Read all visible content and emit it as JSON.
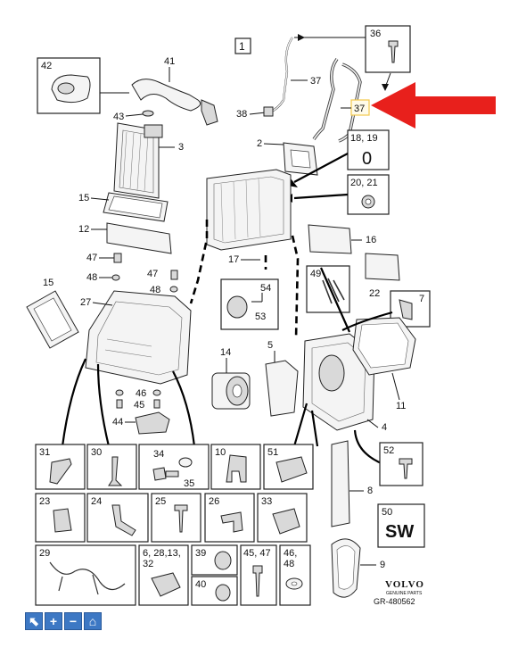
{
  "callouts": {
    "c1": "1",
    "c2": "2",
    "c3": "3",
    "c4": "4",
    "c5": "5",
    "c7": "7",
    "c8": "8",
    "c9": "9",
    "c11": "11",
    "c12": "12",
    "c14": "14",
    "c15a": "15",
    "c15b": "15",
    "c16": "16",
    "c17": "17",
    "c22": "22",
    "c27": "27",
    "c36": "36",
    "c37a": "37",
    "c37b": "37",
    "c38": "38",
    "c41": "41",
    "c42": "42",
    "c43": "43",
    "c44": "44",
    "c45": "45",
    "c46": "46",
    "c47a": "47",
    "c47b": "47",
    "c48a": "48",
    "c48b": "48",
    "c49": "49",
    "c52": "52",
    "c53": "53",
    "c54": "54"
  },
  "boxes": {
    "b18": "18, 19",
    "b18v": "0",
    "b20": "20, 21",
    "b31": "31",
    "b30": "30",
    "b34": "34",
    "b35": "35",
    "b10": "10",
    "b51": "51",
    "b23": "23",
    "b24": "24",
    "b25": "25",
    "b26": "26",
    "b33": "33",
    "b29": "29",
    "b6": "6, 28,13,",
    "b6b": "32",
    "b39": "39",
    "b40": "40",
    "b45": "45, 47",
    "b46": "46,",
    "b46b": "48",
    "b50": "50",
    "b50v": "SW"
  },
  "brand": {
    "name": "VOLVO",
    "sub": "GENUINE PARTS",
    "code": "GR-480562"
  },
  "colors": {
    "highlight_arrow": "#e8201c",
    "highlight_box": "#f2c84b",
    "toolbar": "#3d78c4"
  },
  "toolbar": [
    {
      "icon": "pointer-icon",
      "glyph": "⬉"
    },
    {
      "icon": "zoom-in-icon",
      "glyph": "+"
    },
    {
      "icon": "zoom-out-icon",
      "glyph": "−"
    },
    {
      "icon": "home-icon",
      "glyph": "⌂"
    }
  ]
}
